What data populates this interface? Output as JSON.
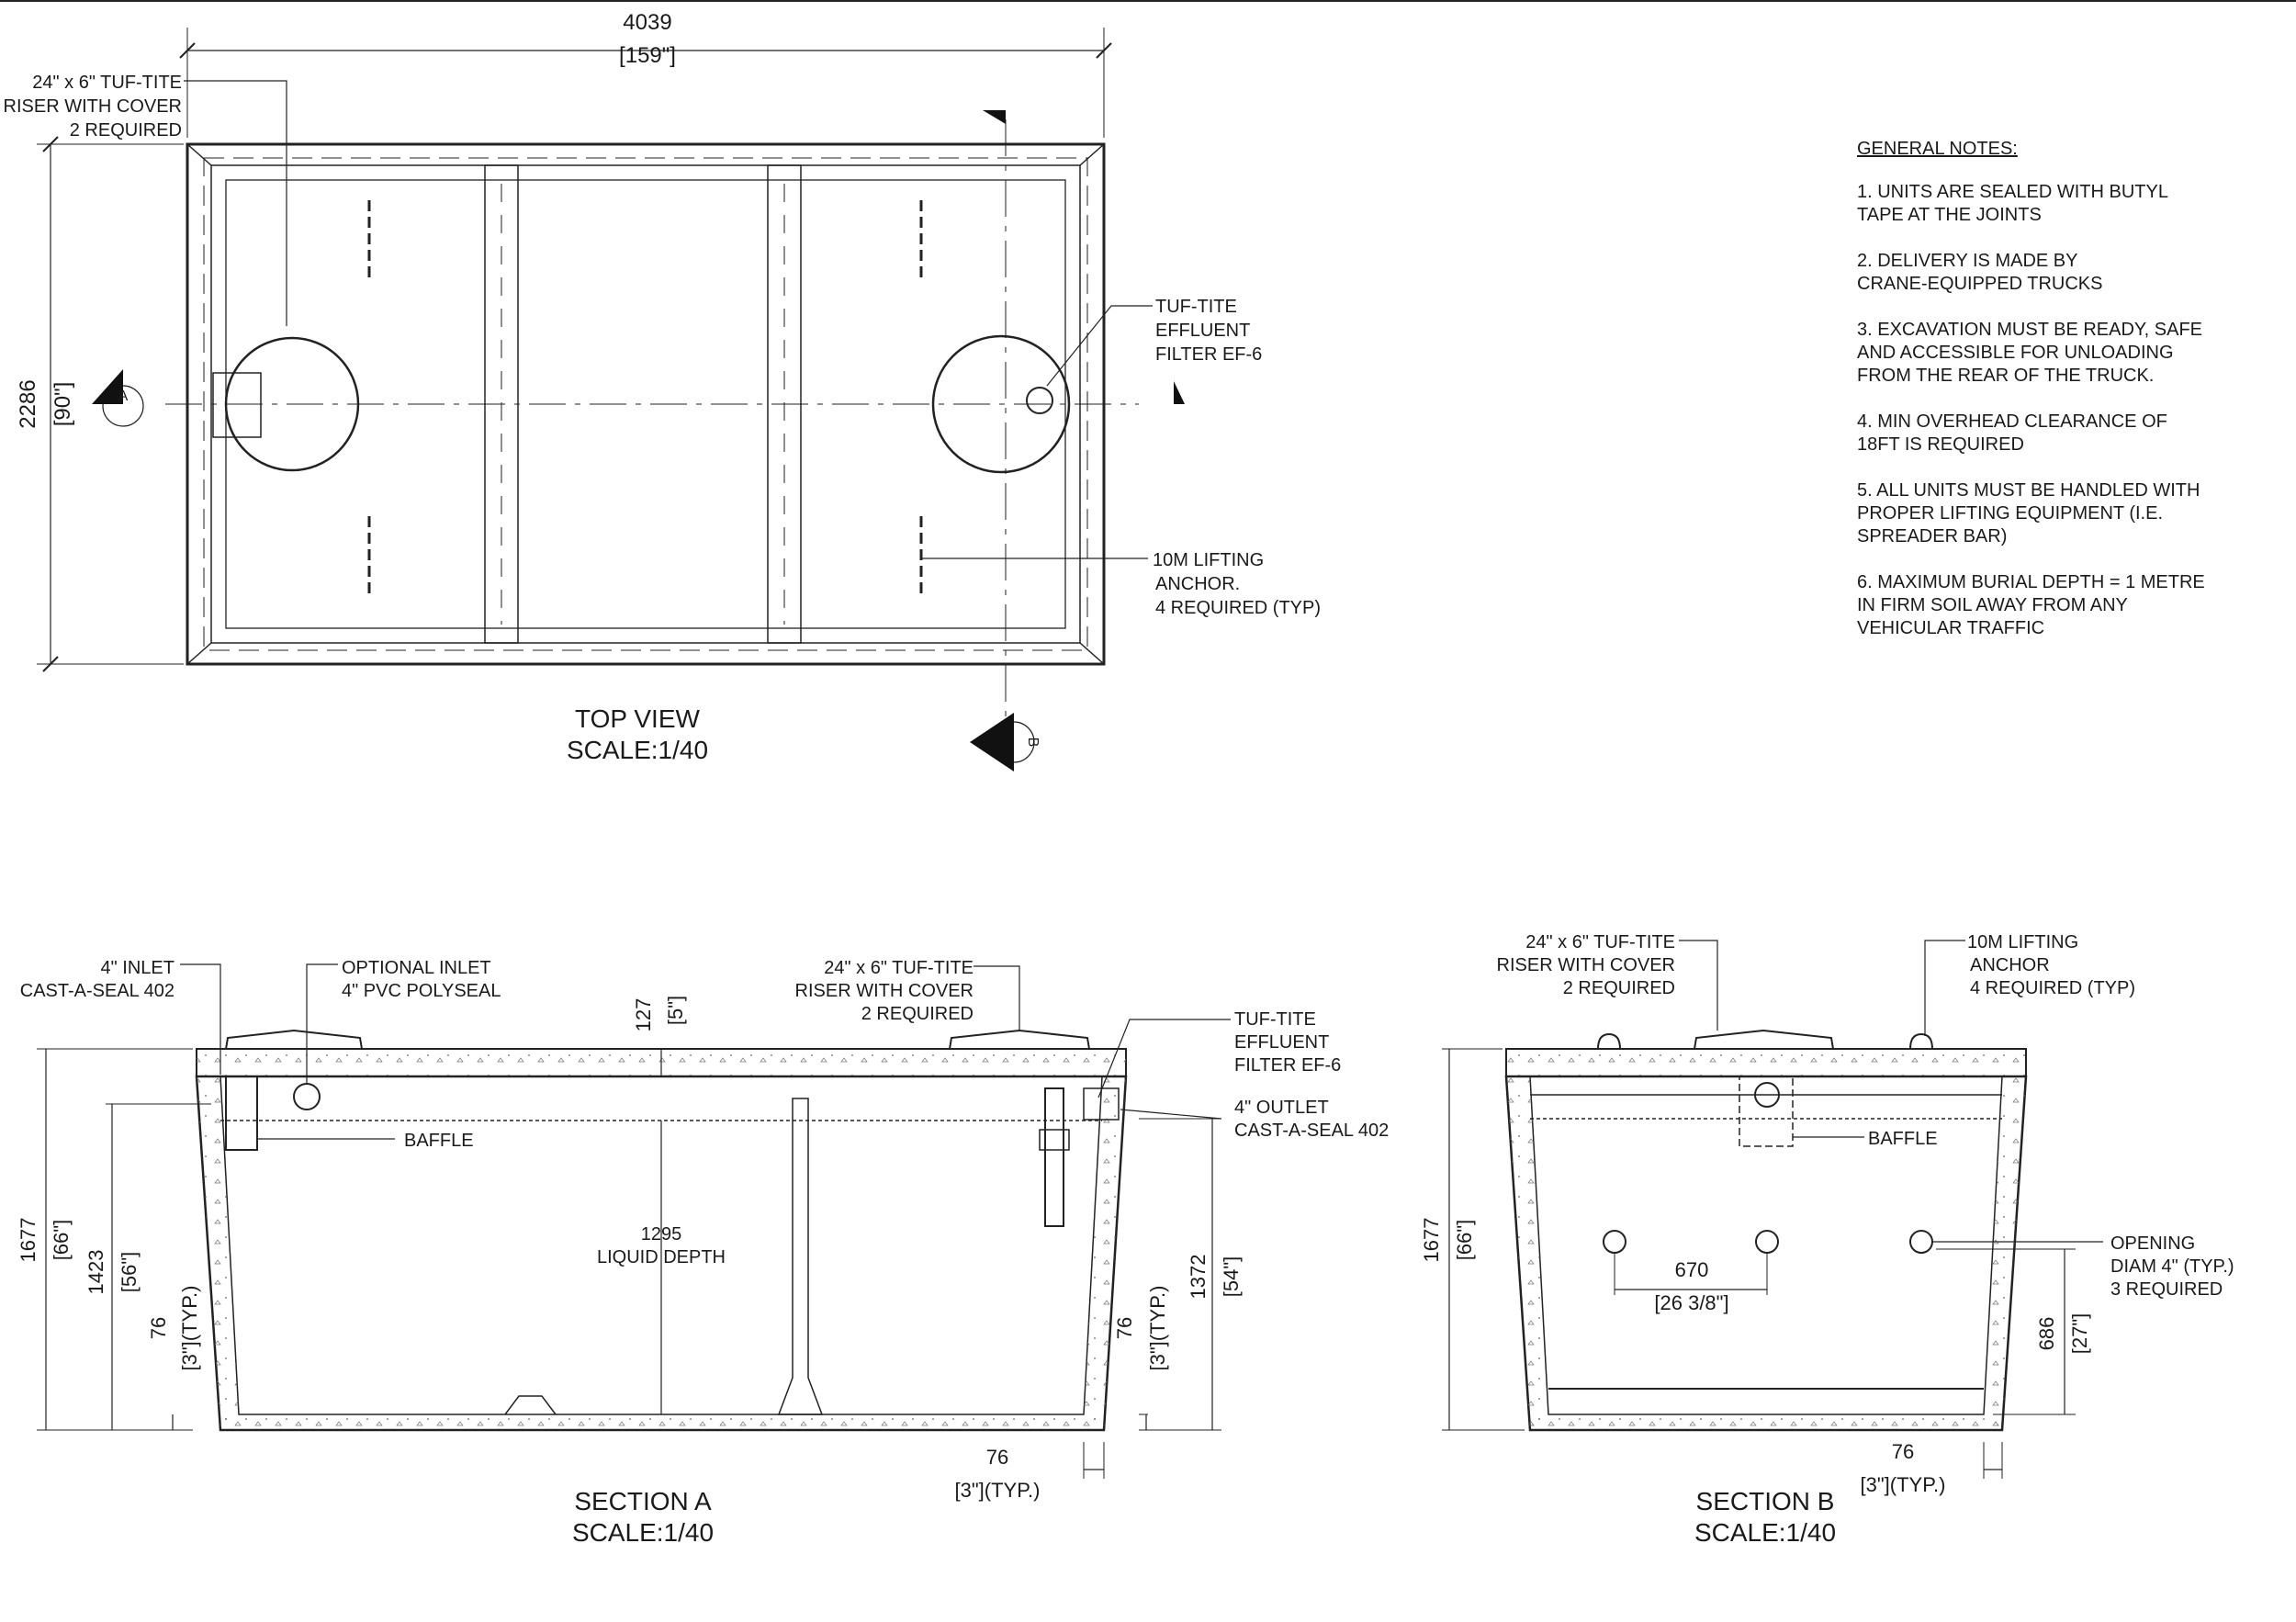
{
  "top_view": {
    "title": "TOP VIEW",
    "scale": "SCALE:1/40",
    "dim_length": "4039",
    "dim_length_imp": "[159\"]",
    "dim_width": "2286",
    "dim_width_imp": "[90\"]",
    "riser_note": [
      "24\" x 6\" TUF-TITE",
      "RISER WITH COVER",
      "2 REQUIRED"
    ],
    "filter_note": [
      "TUF-TITE",
      "EFFLUENT",
      "FILTER EF-6"
    ],
    "anchor_note": [
      "10M LIFTING",
      "ANCHOR.",
      "4 REQUIRED (TYP)"
    ],
    "section_a_marker": "A",
    "section_b_marker": "B"
  },
  "general_notes": {
    "title": "GENERAL NOTES:",
    "items": [
      "1. UNITS  ARE  SEALED  WITH  BUTYL\n     TAPE AT THE JOINTS",
      "2. DELIVERY       IS       MADE       BY\n     CRANE-EQUIPPED TRUCKS",
      "3. EXCAVATION MUST BE READY, SAFE\n     AND  ACCESSIBLE  FOR  UNLOADING\n     FROM THE REAR OF THE TRUCK.",
      "4. MIN  OVERHEAD  CLEARANCE  OF\n     18FT IS REQUIRED",
      "5. ALL UNITS MUST BE HANDLED WITH\n     PROPER  LIFTING  EQUIPMENT  (I.E.\n     SPREADER BAR)",
      "6. MAXIMUM BURIAL DEPTH = 1 METRE\n     IN  FIRM  SOIL  AWAY  FROM  ANY\n     VEHICULAR TRAFFIC"
    ]
  },
  "section_a": {
    "title": "SECTION A",
    "scale": "SCALE:1/40",
    "inlet_note": [
      "4\" INLET",
      "CAST-A-SEAL 402"
    ],
    "optional_inlet_note": [
      "OPTIONAL INLET",
      "4\" PVC POLYSEAL"
    ],
    "riser_note": [
      "24\" x 6\" TUF-TITE",
      "RISER WITH COVER",
      "2 REQUIRED"
    ],
    "filter_note": [
      "TUF-TITE",
      "EFFLUENT",
      "FILTER EF-6"
    ],
    "outlet_note": [
      "4\" OUTLET",
      "CAST-A-SEAL 402"
    ],
    "baffle_label": "BAFFLE",
    "dim_cover": "127",
    "dim_cover_imp": "[5\"]",
    "liquid_depth": [
      "1295",
      "LIQUID DEPTH"
    ],
    "dim_height": "1677",
    "dim_height_imp": "[66\"]",
    "dim_inlet": "1423",
    "dim_inlet_imp": "[56\"]",
    "dim_outlet": "1372",
    "dim_outlet_imp": "[54\"]",
    "dim_wall": "76",
    "dim_wall_imp": "[3\"](TYP.)",
    "dim_bottom": "76",
    "dim_bottom_imp": "[3\"](TYP.)"
  },
  "section_b": {
    "title": "SECTION B",
    "scale": "SCALE:1/40",
    "riser_note": [
      "24\" x 6\" TUF-TITE",
      "RISER WITH COVER",
      "2 REQUIRED"
    ],
    "anchor_note": [
      "10M LIFTING",
      "ANCHOR",
      "4 REQUIRED (TYP)"
    ],
    "baffle_label": "BAFFLE",
    "opening_note": [
      "OPENING",
      "DIAM 4\" (TYP.)",
      "3 REQUIRED"
    ],
    "dim_spacing": "670",
    "dim_spacing_imp": "[26 3/8\"]",
    "dim_height": "1677",
    "dim_height_imp": "[66\"]",
    "dim_opening": "686",
    "dim_opening_imp": "[27\"]",
    "dim_bottom": "76",
    "dim_bottom_imp": "[3\"](TYP.)"
  }
}
